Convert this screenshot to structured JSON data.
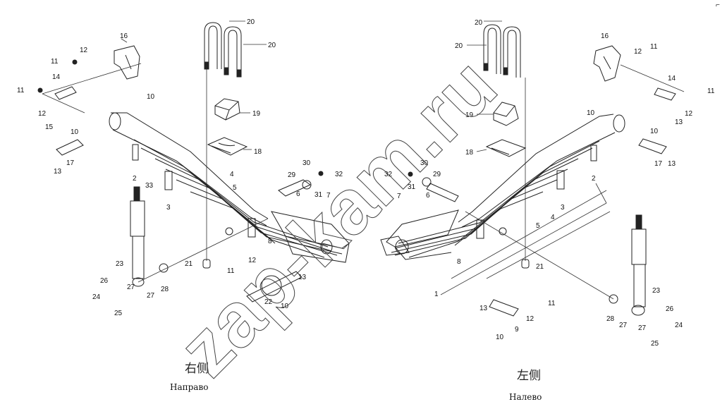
{
  "diagram": {
    "left_view": {
      "cjk_title": "右侧",
      "caption": "Направо",
      "callouts": [
        "20",
        "20",
        "16",
        "12",
        "11",
        "14",
        "11",
        "10",
        "12",
        "15",
        "10",
        "19",
        "18",
        "13",
        "17",
        "2",
        "33",
        "4",
        "5",
        "3",
        "29",
        "30",
        "32",
        "31",
        "6",
        "7",
        "8",
        "23",
        "21",
        "12",
        "11",
        "13",
        "28",
        "26",
        "24",
        "27",
        "25",
        "27",
        "22",
        "10"
      ]
    },
    "right_view": {
      "cjk_title": "左侧",
      "caption": "Налево",
      "callouts": [
        "20",
        "20",
        "16",
        "12",
        "11",
        "14",
        "11",
        "10",
        "12",
        "13",
        "10",
        "19",
        "18",
        "2",
        "17",
        "13",
        "32",
        "30",
        "29",
        "7",
        "31",
        "6",
        "3",
        "4",
        "5",
        "1",
        "8",
        "21",
        "13",
        "11",
        "12",
        "9",
        "10",
        "23",
        "28",
        "27",
        "26",
        "24",
        "27",
        "25"
      ]
    },
    "watermark": "zap-kam.ru",
    "corner_mark": "⌐"
  }
}
